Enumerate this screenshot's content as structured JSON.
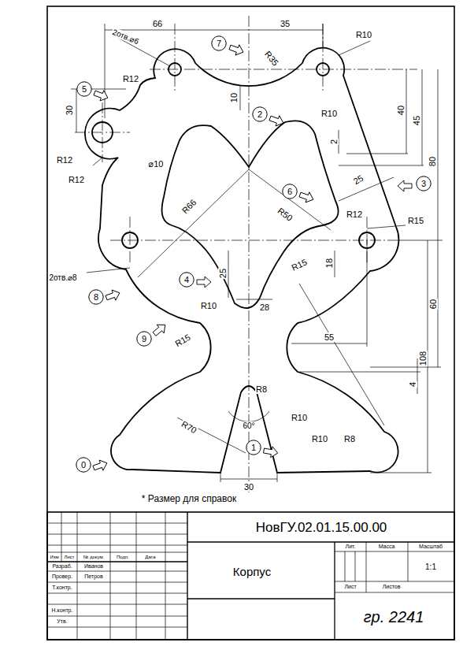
{
  "diagram": {
    "nodes": [
      {
        "text": [
          "7"
        ]
      },
      {
        "text": [
          "5"
        ]
      },
      {
        "text": [
          "2"
        ]
      },
      {
        "text": [
          "3"
        ]
      },
      {
        "text": [
          "6"
        ]
      },
      {
        "text": [
          "4"
        ]
      },
      {
        "text": [
          "8"
        ]
      },
      {
        "text": [
          "9"
        ]
      },
      {
        "text": [
          "1"
        ]
      },
      {
        "text": [
          "0"
        ]
      }
    ],
    "labels": [
      "66",
      "35",
      "R10",
      "2отв.⌀6",
      "R12",
      "R35",
      "30",
      "10",
      "40",
      "45",
      "80",
      "R10",
      "2",
      "R12",
      "⌀10",
      "R12",
      "25",
      "R66",
      "R50",
      "R12",
      "R15",
      "2отв.⌀8",
      "25",
      "18",
      "R15",
      "R10",
      "28",
      "55",
      "R15",
      "60",
      "108",
      "4",
      "R8",
      "60°",
      "R10",
      "R70",
      "R10",
      "R8",
      "30",
      "* Размер для справок",
      "НовГУ.02.01.15.00.00",
      "Корпус",
      "Лит.",
      "Масса",
      "Масштаб",
      "1:1",
      "Лист",
      "Листов",
      "гр. 2241",
      "Изм",
      "Лист",
      "№ докум.",
      "Подп.",
      "Дата",
      "Разраб.",
      "Иванов",
      "Провер.",
      "Петров",
      "Т.контр.",
      "Н.контр.",
      "Утв."
    ]
  }
}
